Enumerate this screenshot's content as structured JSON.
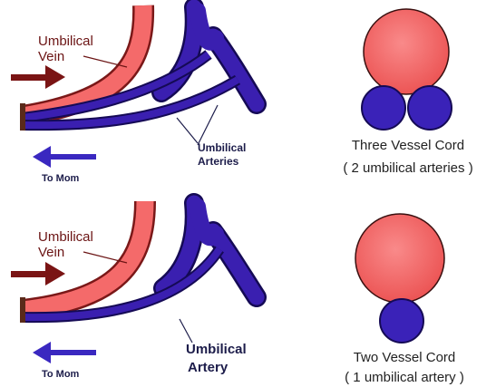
{
  "colors": {
    "vein": "#f46a6a",
    "vein_stroke": "#7a1818",
    "artery": "#3a1fb0",
    "artery_stroke": "#150a55",
    "arrow_in": "#7a1414",
    "arrow_out": "#3a28c0",
    "vein_xsection": "#f26060",
    "artery_xsection": "#3a22b8"
  },
  "top": {
    "vein_label_line1": "Umbilical",
    "vein_label_line2": "Vein",
    "artery_label_line1": "Umbilical",
    "artery_label_line2": "Arteries",
    "to_mom": "To Mom",
    "caption_line1": "Three Vessel Cord",
    "caption_line2": "( 2 umbilical arteries )"
  },
  "bottom": {
    "vein_label_line1": "Umbilical",
    "vein_label_line2": "Vein",
    "artery_label_line1": "Umbilical",
    "artery_label_line2": "Artery",
    "to_mom": "To Mom",
    "caption_line1": "Two Vessel Cord",
    "caption_line2": "( 1 umbilical artery )"
  }
}
